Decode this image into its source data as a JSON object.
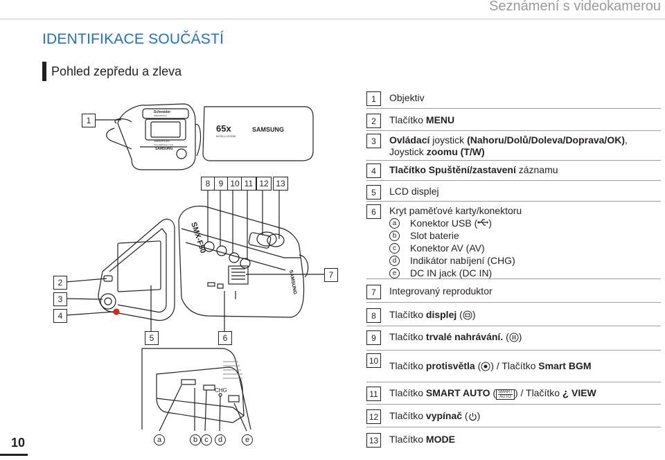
{
  "header": {
    "title": "Seznámení s videokamerou"
  },
  "section": {
    "title": "IDENTIFIKACE SOUČÁSTÍ",
    "subtitle": "Pohled zepředu a zleva"
  },
  "page": {
    "number": "10"
  },
  "camera": {
    "brand": "SAMSUNG",
    "zoom": "65x",
    "zoom_label": "INTELLI-ZOOM",
    "lens_brand": "Schneider",
    "lens_sub": "KREUZNACH",
    "lens_model": "VARIOPLAN",
    "lens_spec": "f=2.2-108.2mm 1:1.8",
    "model": "SMX-F50",
    "side_label": "SAMSUNG",
    "chg": "CHG"
  },
  "callouts": {
    "c1": "1",
    "c2": "2",
    "c3": "3",
    "c4": "4",
    "c5": "5",
    "c6": "6",
    "c7": "7",
    "c8": "8",
    "c9": "9",
    "c10": "10",
    "c11": "11",
    "c12": "12",
    "c13": "13",
    "la": "a",
    "lb": "b",
    "lc": "c",
    "ld": "d",
    "le": "e"
  },
  "legend": {
    "i1": {
      "num": "1",
      "text": "Objektiv"
    },
    "i2": {
      "num": "2",
      "pre": "Tlačítko ",
      "bold": "MENU"
    },
    "i3": {
      "num": "3",
      "bold1": "Ovládací",
      "mid1": " joystick ",
      "bold2": "(Nahoru/Dolů/Doleva/Doprava/OK)",
      "mid2": ",",
      "line2a": "Joystick ",
      "bold3": "zoomu (T/W)"
    },
    "i4": {
      "num": "4",
      "bold": "Tlačítko Spuštění/zastavení",
      "post": " záznamu"
    },
    "i5": {
      "num": "5",
      "text": "LCD displej"
    },
    "i6": {
      "num": "6",
      "text": "Kryt paměťové karty/konektoru",
      "subs": [
        {
          "letter": "a",
          "text": "Konektor USB (",
          "post": ")"
        },
        {
          "letter": "b",
          "text": "Slot baterie"
        },
        {
          "letter": "c",
          "text": "Konektor AV (AV)"
        },
        {
          "letter": "d",
          "text": "Indikátor nabíjení (CHG)"
        },
        {
          "letter": "e",
          "text": "DC IN jack (DC IN)"
        }
      ]
    },
    "i7": {
      "num": "7",
      "text": "Integrovaný reproduktor"
    },
    "i8": {
      "num": "8",
      "pre": "Tlačítko ",
      "bold": "displej",
      "post": " (",
      "post2": ")"
    },
    "i9": {
      "num": "9",
      "pre": "Tlačítko ",
      "bold": "trvalé nahrávání.",
      "post": " (",
      "post2": ")"
    },
    "i10": {
      "num": "10",
      "pre": "Tlačítko ",
      "bold": "protisvětla",
      "post": " (",
      "post2": ") / Tlačítko ",
      "bold2": "Smart BGM"
    },
    "i11": {
      "num": "11",
      "pre": "Tlačítko ",
      "bold": "SMART AUTO",
      "post": " (",
      "post2": ") / Tlačítko ",
      "bold2": "VIEW",
      "smart_top": "SMART",
      "smart_bottom": "AUTO"
    },
    "i12": {
      "num": "12",
      "pre": "Tlačítko ",
      "bold": "vypínač",
      "post": " (",
      "post2": ")"
    },
    "i13": {
      "num": "13",
      "pre": "Tlačítko ",
      "bold": "MODE"
    }
  }
}
